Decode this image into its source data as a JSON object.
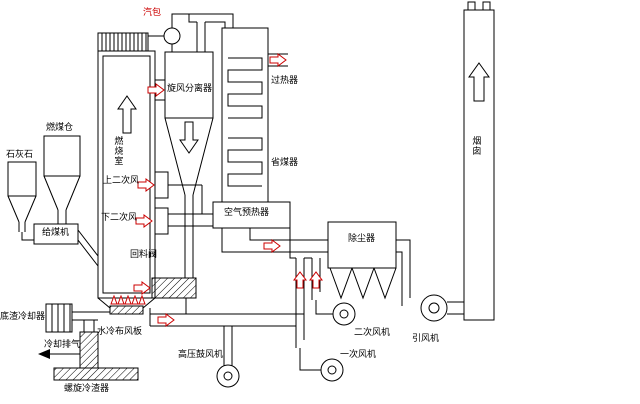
{
  "labels": {
    "steam_drum": "汽包",
    "cyclone": "旋风分离器",
    "superheater": "过热器",
    "economizer": "省煤器",
    "furnace": "燃烧室",
    "upper_secondary_air": "上二次风",
    "lower_secondary_air": "下二次风",
    "loop_seal": "回料阀",
    "air_preheater": "空气预热器",
    "dust_collector": "除尘器",
    "limestone": "石灰石",
    "coal_bunker": "燃煤仓",
    "coal_feeder": "给煤机",
    "bottom_ash_cooler": "底渣冷却器",
    "water_cooled_grid": "水冷布风板",
    "cooling_exhaust": "冷却排气",
    "screw_slag_cooler": "螺旋冷渣器",
    "hp_blower": "高压鼓风机",
    "primary_fan": "一次风机",
    "secondary_fan": "二次风机",
    "id_fan": "引风机",
    "chimney": "烟囱"
  },
  "colors": {
    "line": "#000000",
    "flow_arrow": "#cc0000",
    "steam_drum_label": "#cc0000",
    "background": "#ffffff"
  }
}
